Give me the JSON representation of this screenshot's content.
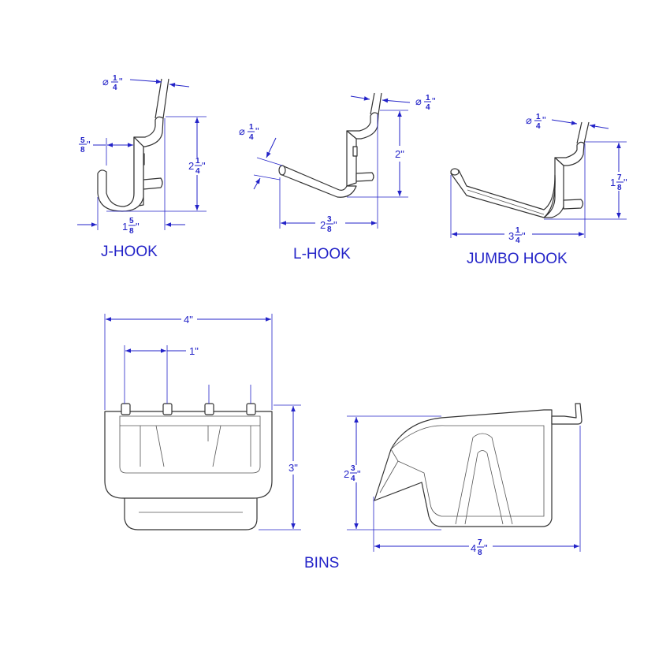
{
  "colors": {
    "dimension": "#2323c8",
    "outline": "#333333"
  },
  "j_hook": {
    "title": "J-HOOK",
    "diameter": {
      "symbol": "⌀",
      "num": "1",
      "den": "4",
      "unit": "\""
    },
    "opening": {
      "num": "5",
      "den": "8",
      "unit": "\""
    },
    "height": {
      "whole": "2",
      "num": "1",
      "den": "4",
      "unit": "\""
    },
    "depth": {
      "whole": "1",
      "num": "5",
      "den": "8",
      "unit": "\""
    }
  },
  "l_hook": {
    "title": "L-HOOK",
    "diameter_top": {
      "symbol": "⌀",
      "num": "1",
      "den": "4",
      "unit": "\""
    },
    "diameter_arm": {
      "symbol": "⌀",
      "num": "1",
      "den": "4",
      "unit": "\""
    },
    "height": "2\"",
    "length": {
      "whole": "2",
      "num": "3",
      "den": "8",
      "unit": "\""
    }
  },
  "jumbo_hook": {
    "title": "JUMBO HOOK",
    "diameter": {
      "symbol": "⌀",
      "num": "1",
      "den": "4",
      "unit": "\""
    },
    "height": {
      "whole": "1",
      "num": "7",
      "den": "8",
      "unit": "\""
    },
    "length": {
      "whole": "3",
      "num": "1",
      "den": "4",
      "unit": "\""
    }
  },
  "bins": {
    "title": "BINS",
    "width": "4\"",
    "peg_spacing": "1\"",
    "height_front": "3\"",
    "height_side": {
      "whole": "2",
      "num": "3",
      "den": "4",
      "unit": "\""
    },
    "depth": {
      "whole": "4",
      "num": "7",
      "den": "8",
      "unit": "\""
    }
  }
}
